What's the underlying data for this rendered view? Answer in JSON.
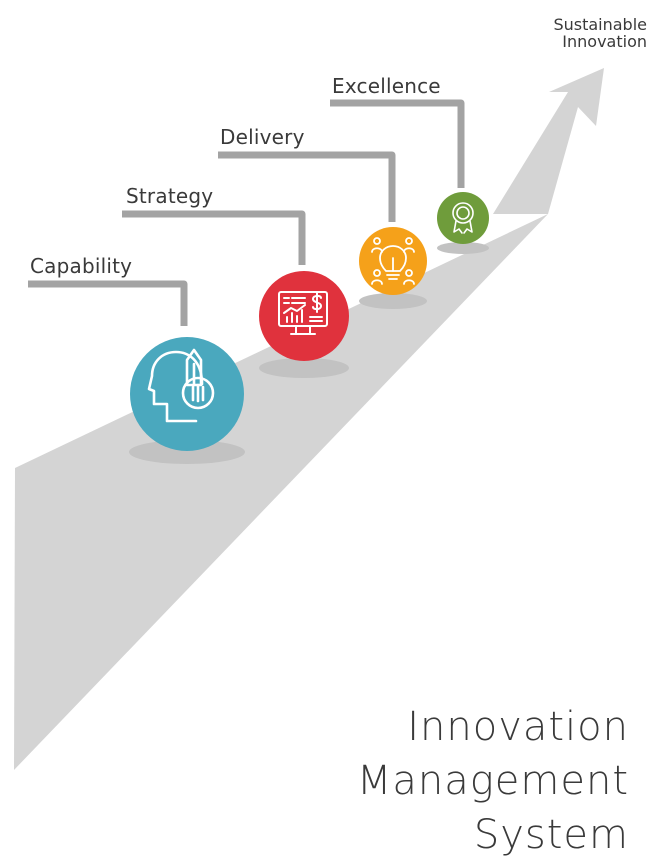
{
  "steps": [
    {
      "label": "Capability",
      "color": "#4aa8be",
      "icon": "head-pencil-icon"
    },
    {
      "label": "Strategy",
      "color": "#e0323d",
      "icon": "dashboard-chart-icon"
    },
    {
      "label": "Delivery",
      "color": "#f5a11a",
      "icon": "lightbulb-people-icon"
    },
    {
      "label": "Excellence",
      "color": "#6f9c3b",
      "icon": "award-ribbon-icon"
    }
  ],
  "goal": {
    "line1": "Sustainable",
    "line2": "Innovation"
  },
  "title": {
    "line1": "Innovation",
    "line2": "Management",
    "line3": "System"
  },
  "colors": {
    "path": "#d4d4d4",
    "connector": "#a3a3a3",
    "shadow": "#c2c2c2",
    "text": "#3a3a3a"
  }
}
